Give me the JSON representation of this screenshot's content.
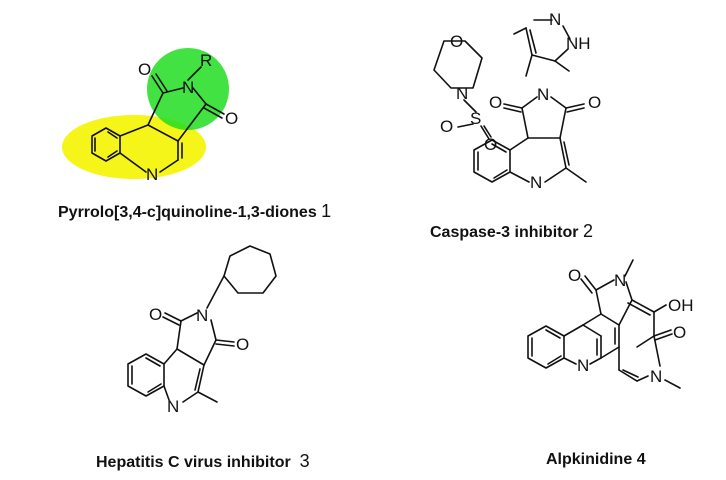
{
  "compounds": [
    {
      "name_parts": [
        "Pyrrolo[3,4-c]quinoline-",
        "1",
        ",3-diones ",
        "1"
      ],
      "atoms": {
        "o_top": "O",
        "n_imide": "N",
        "r_group": "R",
        "o_right": "O",
        "n_ring": "N"
      },
      "highlight_colors": {
        "quinoline": "#f4f400",
        "imide": "#22dd22"
      }
    },
    {
      "name": "Caspase-3 inhibitor",
      "number": "2",
      "atoms": {
        "n_pyrazole": "N",
        "nh_pyrazole": "NH",
        "o_morph": "O",
        "n_morph": "N",
        "o_left": "O",
        "s": "S",
        "o_sulf": "O",
        "o_imide_left": "O",
        "n_imide": "N",
        "o_imide_right": "O",
        "n_ring": "N"
      }
    },
    {
      "name": "Hepatitis C virus inhibitor",
      "number": "3",
      "atoms": {
        "o_top": "O",
        "n_imide": "N",
        "o_right": "O",
        "n_ring": "N"
      }
    },
    {
      "name": "Alpkinidine",
      "number": "4",
      "atoms": {
        "o_top": "O",
        "n_me": "N",
        "oh": "OH",
        "o_right": "O",
        "n_ring": "N",
        "n_pyridone": "N"
      }
    }
  ]
}
